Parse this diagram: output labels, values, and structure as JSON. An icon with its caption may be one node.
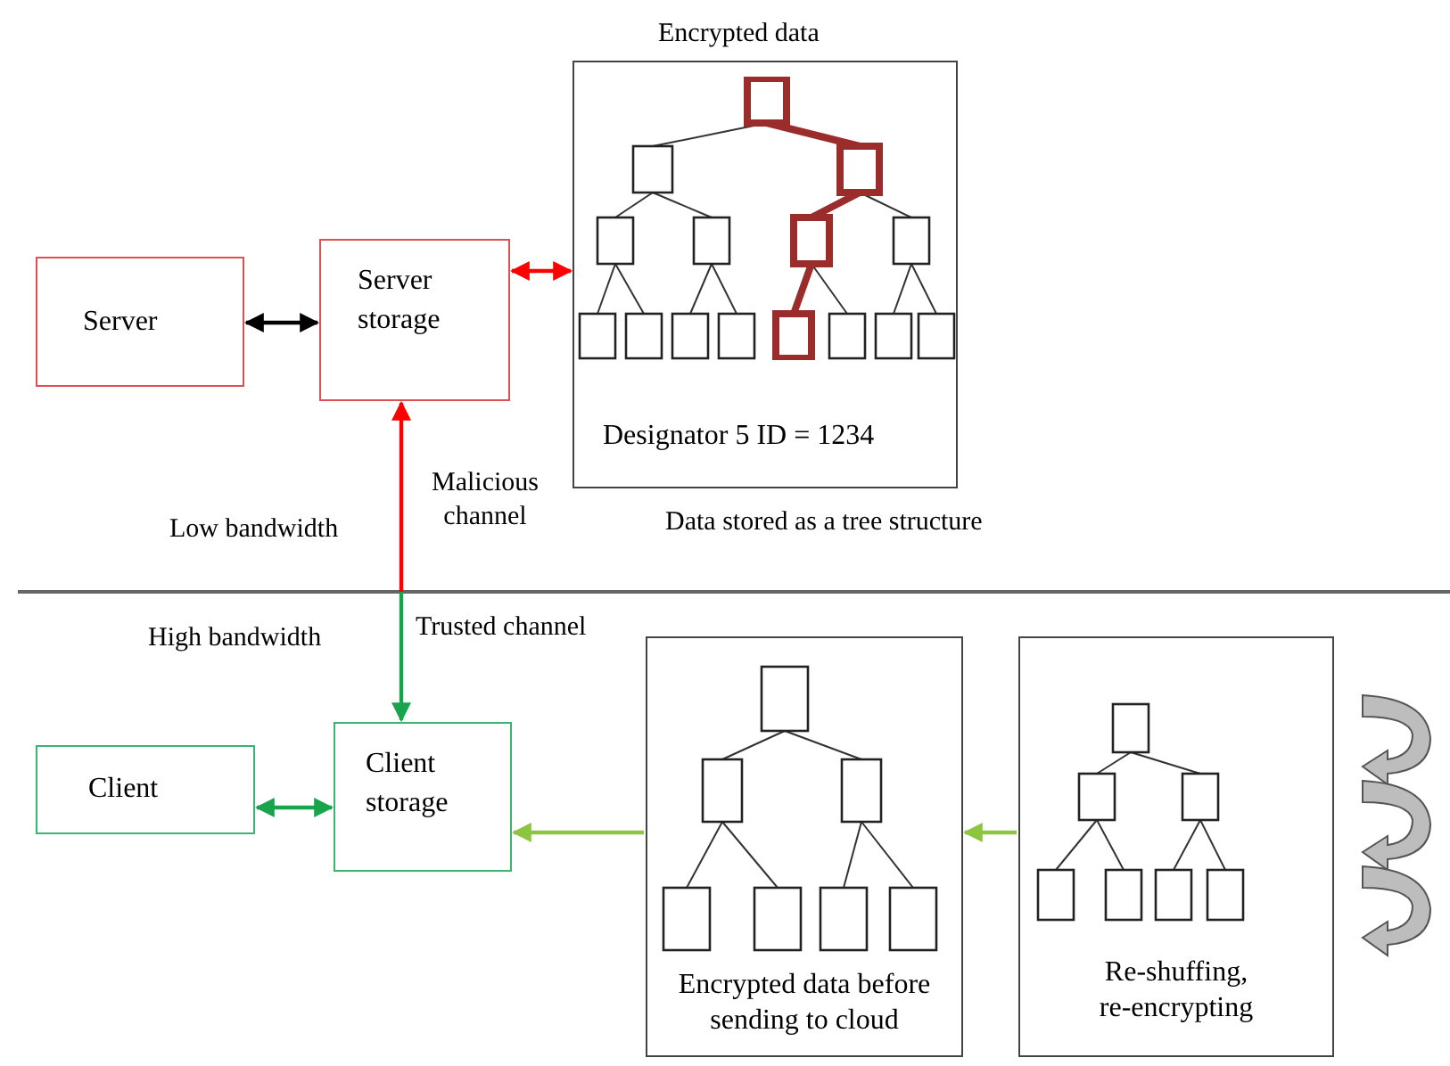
{
  "diagram": {
    "nodes": [
      {
        "text": [
          "Server"
        ]
      },
      {
        "text": [
          "Server storage"
        ]
      },
      {
        "text": [
          "Encrypted data",
          "Designator 5 ID = 1234"
        ],
        "beside": [
          "Data stored as a tree structure"
        ]
      },
      {
        "text": [
          "Client"
        ]
      },
      {
        "text": [
          "Client storage"
        ]
      },
      {
        "text": [
          "Encrypted data before sending to cloud"
        ]
      },
      {
        "text": [
          "Re-shuffing, re-encrypting"
        ]
      }
    ],
    "edges": [
      {
        "from": 0,
        "to": 1,
        "arrow": "both",
        "color": "#000000"
      },
      {
        "from": 1,
        "to": 2,
        "arrow": "both",
        "color": "#ff0000"
      },
      {
        "from": null,
        "to": 1,
        "arrow": "to",
        "label": "Malicious channel",
        "color": "#ff0000"
      },
      {
        "from": null,
        "to": 4,
        "arrow": "to",
        "label": "Trusted channel",
        "color": "#18a44c"
      },
      {
        "from": 3,
        "to": 4,
        "arrow": "both",
        "color": "#18a44c"
      },
      {
        "from": 5,
        "to": 4,
        "arrow": "to",
        "color": "#8cc63f"
      },
      {
        "from": 6,
        "to": 5,
        "arrow": "to",
        "color": "#8cc63f"
      }
    ],
    "labels": [
      "Low bandwidth",
      "High bandwidth"
    ]
  }
}
